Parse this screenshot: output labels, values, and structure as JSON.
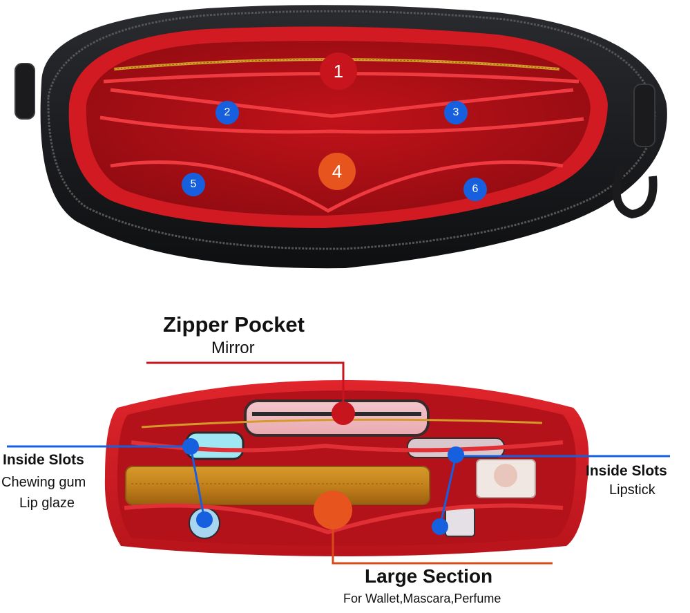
{
  "colors": {
    "felt_red": "#d11a22",
    "felt_dark": "#9b0f14",
    "leather": "#1a1b1e",
    "badge_red": "#c8141c",
    "badge_orange": "#e8541e",
    "badge_blue": "#1660e0",
    "pointer_red": "#c8141c",
    "pointer_blue": "#1660e0",
    "pointer_orange": "#d94a18"
  },
  "top_view": {
    "badges": [
      {
        "id": 1,
        "label": "1",
        "color": "red"
      },
      {
        "id": 2,
        "label": "2",
        "color": "blue"
      },
      {
        "id": 3,
        "label": "3",
        "color": "blue"
      },
      {
        "id": 4,
        "label": "4",
        "color": "orange"
      },
      {
        "id": 5,
        "label": "5",
        "color": "blue"
      },
      {
        "id": 6,
        "label": "6",
        "color": "blue"
      }
    ]
  },
  "callouts": {
    "zipper_pocket": {
      "title": "Zipper Pocket",
      "subtitle": "Mirror"
    },
    "inside_slots_left": {
      "title": "Inside Slots",
      "line1": "Chewing gum",
      "line2": "Lip glaze"
    },
    "inside_slots_right": {
      "title": "Inside Slots",
      "line1": "Lipstick"
    },
    "large_section": {
      "title": "Large Section",
      "subtitle": "For Wallet,Mascara,Perfume"
    }
  }
}
